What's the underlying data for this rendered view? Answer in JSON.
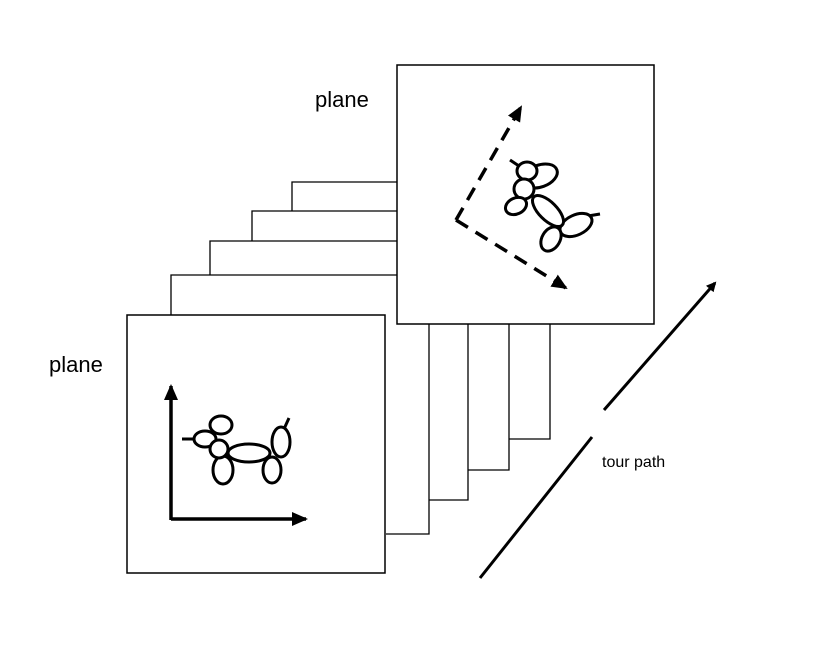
{
  "labels": {
    "front_plane": "plane",
    "back_plane": "plane",
    "tour_path": "tour path"
  }
}
